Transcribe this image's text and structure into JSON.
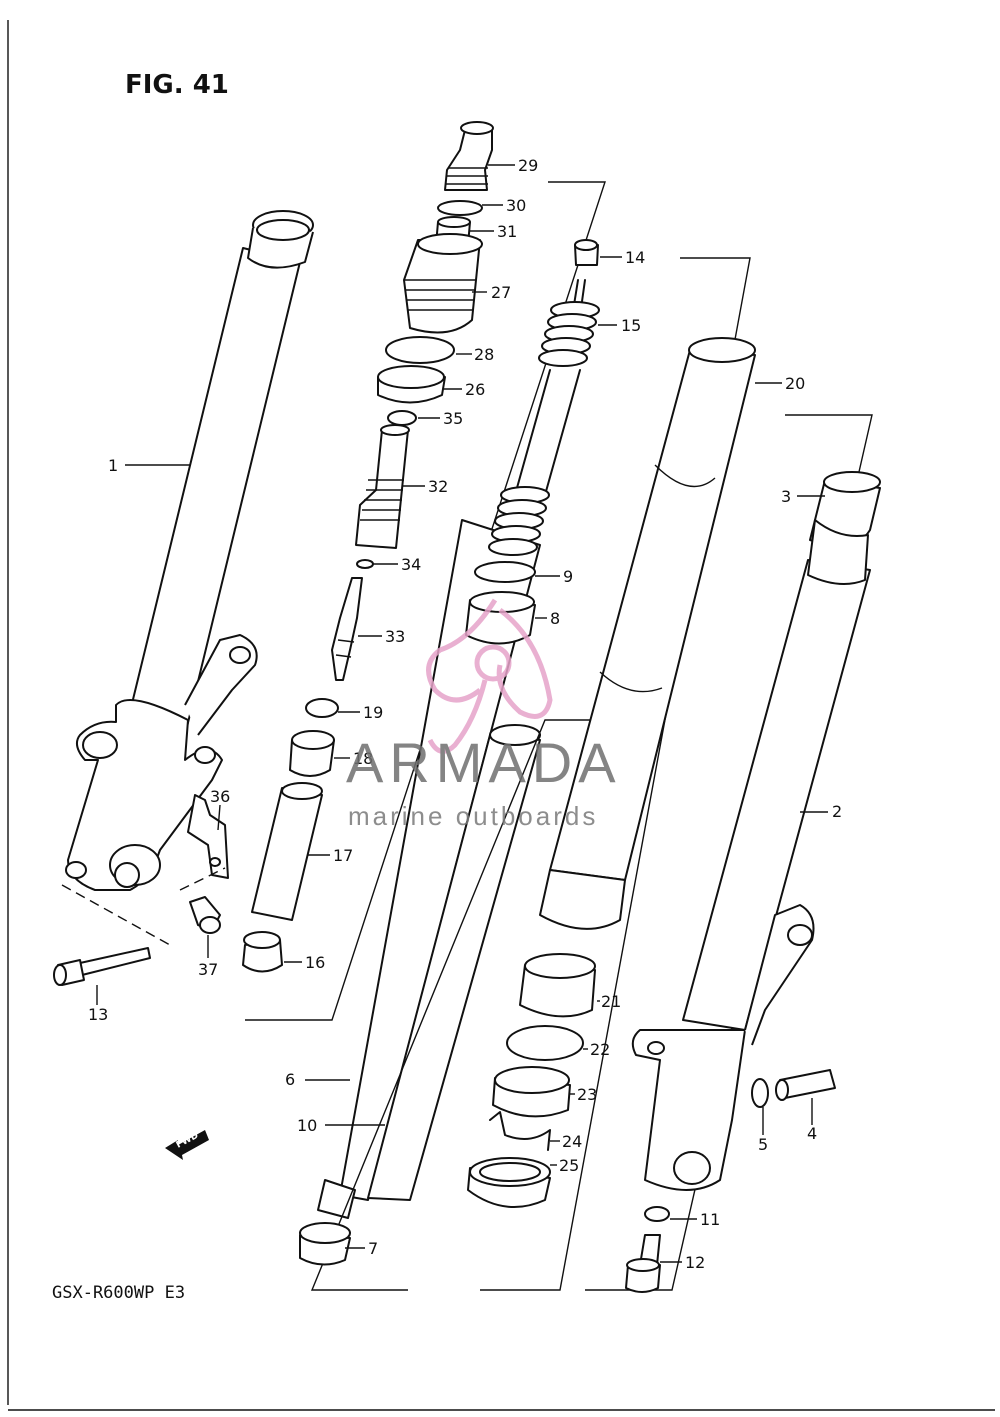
{
  "figure": {
    "title": "FIG. 41",
    "model_code": "GSX-R600WP E3",
    "direction_badge": "FWD"
  },
  "watermark": {
    "brand": "ARMADA",
    "subtitle": "marine outboards",
    "logo_color": "#e6a3c9",
    "text_color": "#6f6f6f"
  },
  "callouts": [
    {
      "id": "c1",
      "label": "1"
    },
    {
      "id": "c2",
      "label": "2"
    },
    {
      "id": "c3",
      "label": "3"
    },
    {
      "id": "c4",
      "label": "4"
    },
    {
      "id": "c5",
      "label": "5"
    },
    {
      "id": "c6",
      "label": "6"
    },
    {
      "id": "c7",
      "label": "7"
    },
    {
      "id": "c8",
      "label": "8"
    },
    {
      "id": "c9",
      "label": "9"
    },
    {
      "id": "c10",
      "label": "10"
    },
    {
      "id": "c11",
      "label": "11"
    },
    {
      "id": "c12",
      "label": "12"
    },
    {
      "id": "c13",
      "label": "13"
    },
    {
      "id": "c14",
      "label": "14"
    },
    {
      "id": "c15",
      "label": "15"
    },
    {
      "id": "c16",
      "label": "16"
    },
    {
      "id": "c17",
      "label": "17"
    },
    {
      "id": "c18",
      "label": "18"
    },
    {
      "id": "c19",
      "label": "19"
    },
    {
      "id": "c20",
      "label": "20"
    },
    {
      "id": "c21",
      "label": "21"
    },
    {
      "id": "c22",
      "label": "22"
    },
    {
      "id": "c23",
      "label": "23"
    },
    {
      "id": "c24",
      "label": "24"
    },
    {
      "id": "c25",
      "label": "25"
    },
    {
      "id": "c26",
      "label": "26"
    },
    {
      "id": "c27",
      "label": "27"
    },
    {
      "id": "c28",
      "label": "28"
    },
    {
      "id": "c29",
      "label": "29"
    },
    {
      "id": "c30",
      "label": "30"
    },
    {
      "id": "c31",
      "label": "31"
    },
    {
      "id": "c32",
      "label": "32"
    },
    {
      "id": "c33",
      "label": "33"
    },
    {
      "id": "c34",
      "label": "34"
    },
    {
      "id": "c35",
      "label": "35"
    },
    {
      "id": "c36",
      "label": "36"
    },
    {
      "id": "c37",
      "label": "37"
    }
  ]
}
